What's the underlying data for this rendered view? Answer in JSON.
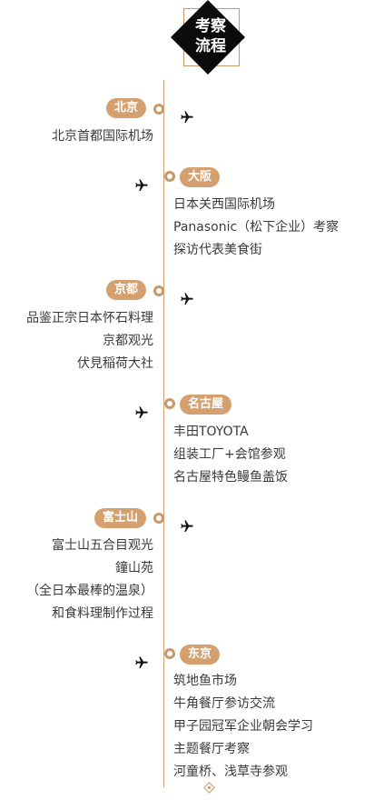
{
  "header": {
    "title_line1": "考察",
    "title_line2": "流程"
  },
  "accent_color": "#d4a06f",
  "stops": [
    {
      "city": "北京",
      "items": [
        "北京首都国际机场"
      ]
    },
    {
      "city": "大阪",
      "items": [
        "日本关西国际机场",
        "Panasonic（松下企业）考察",
        "探访代表美食街"
      ]
    },
    {
      "city": "京都",
      "items": [
        "品鉴正宗日本怀石料理",
        "京都观光",
        "伏見稲荷大社"
      ]
    },
    {
      "city": "名古屋",
      "items": [
        "丰田TOYOTA",
        "组装工厂+会馆参观",
        "名古屋特色鳗鱼盖饭"
      ]
    },
    {
      "city": "富士山",
      "items": [
        "富士山五合目观光",
        "鐘山苑",
        "（全日本最棒的温泉）",
        "和食料理制作过程"
      ]
    },
    {
      "city": "东京",
      "items": [
        "筑地鱼市场",
        "牛角餐厅参访交流",
        "甲子园冠军企业朝会学习",
        "主题餐厅考察",
        "河童桥、浅草寺参观"
      ]
    }
  ],
  "icons": {
    "plane": "airplane-icon",
    "end": "diamond-end-icon"
  }
}
